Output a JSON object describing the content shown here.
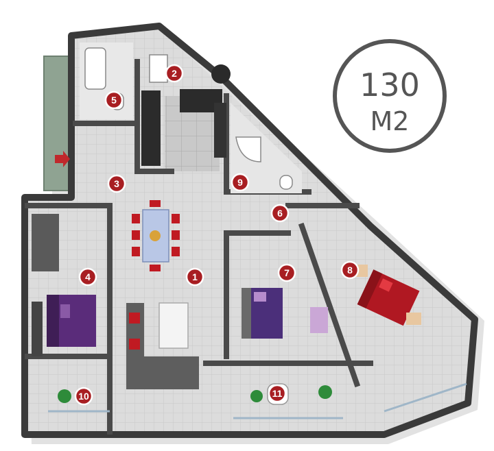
{
  "area_badge": {
    "value": "130",
    "unit": "M2",
    "color": "#555555"
  },
  "colors": {
    "marker": "#a81e22",
    "wall": "#3a3a3a",
    "floor_tile": "#d9d9d9",
    "floor_light": "#eeeeee",
    "bed_purple": "#5a2c7a",
    "bed_red": "#b01822",
    "chair_red": "#c01a22",
    "plant_green": "#2e8b3a",
    "entry_arrow": "#c0282c"
  },
  "markers": [
    {
      "id": "m1",
      "label": "1"
    },
    {
      "id": "m2",
      "label": "2"
    },
    {
      "id": "m3",
      "label": "3"
    },
    {
      "id": "m4",
      "label": "4"
    },
    {
      "id": "m5",
      "label": "5"
    },
    {
      "id": "m6",
      "label": "6"
    },
    {
      "id": "m7",
      "label": "7"
    },
    {
      "id": "m8",
      "label": "8"
    },
    {
      "id": "m9",
      "label": "9"
    },
    {
      "id": "m10",
      "label": "10"
    },
    {
      "id": "m11",
      "label": "11"
    }
  ]
}
